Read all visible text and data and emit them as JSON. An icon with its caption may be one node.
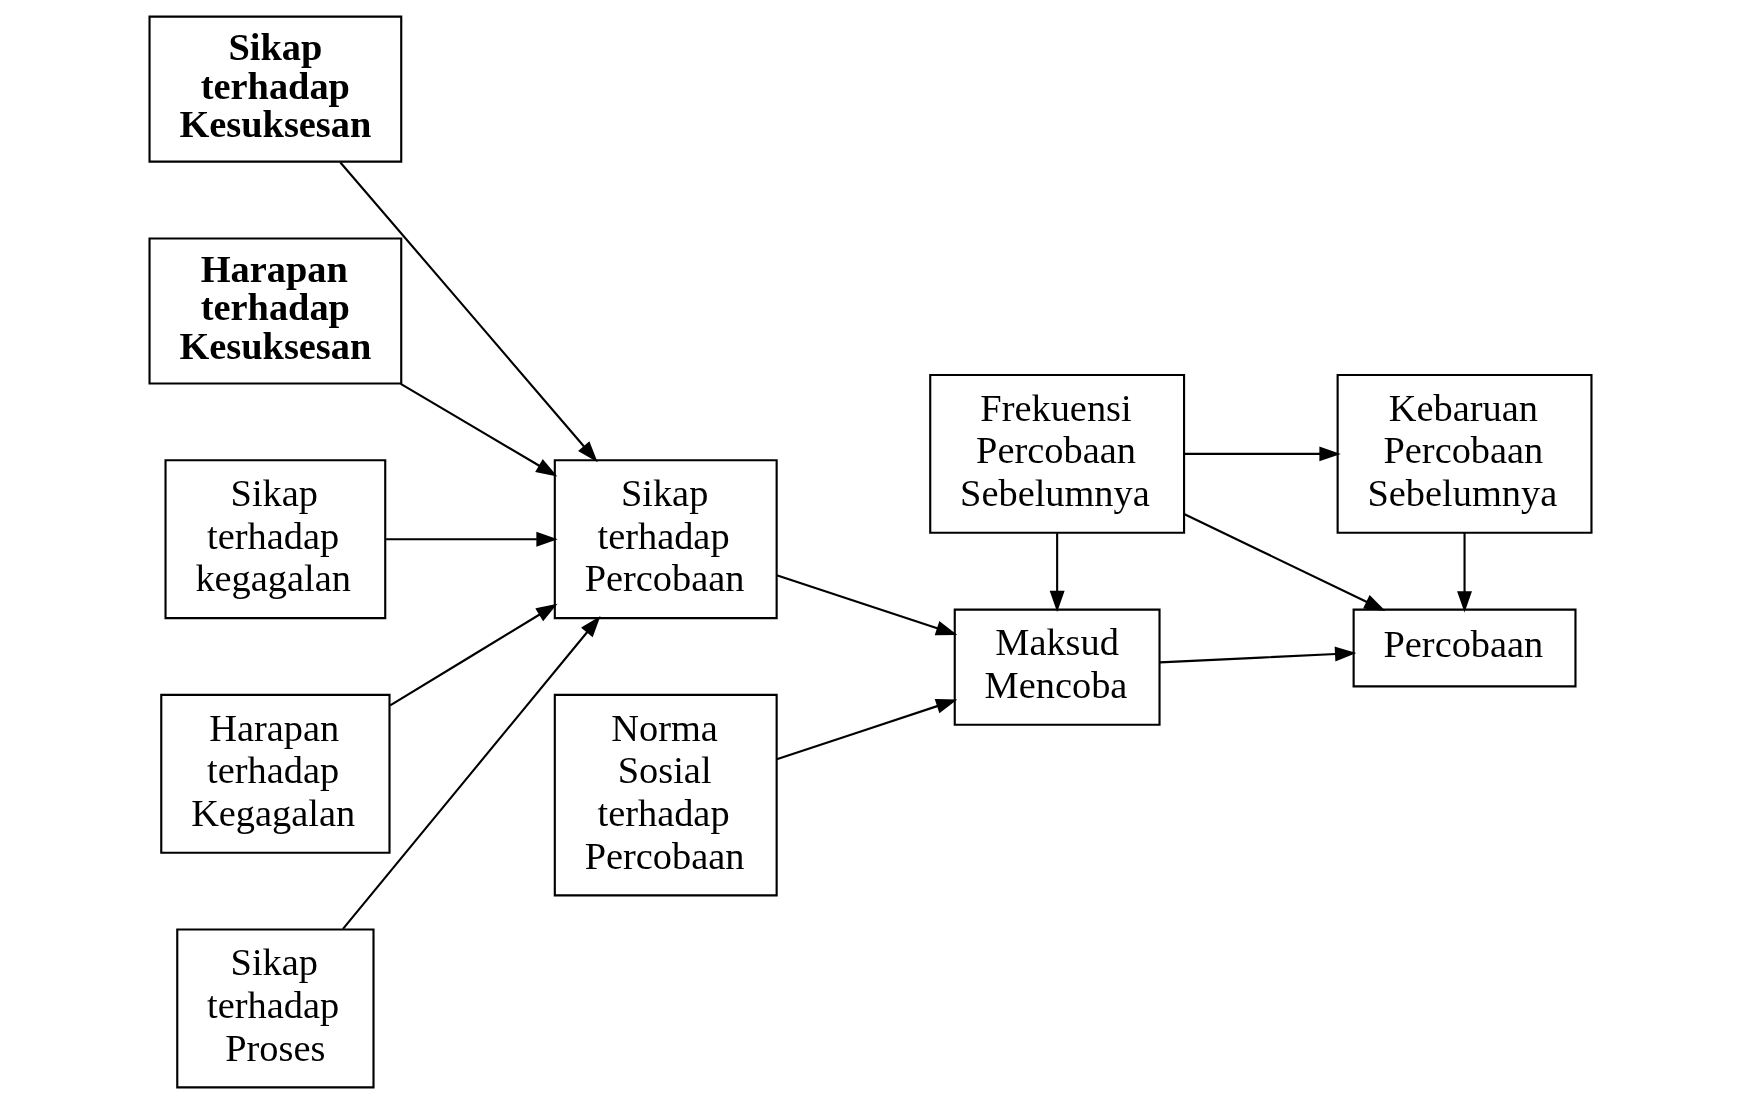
{
  "diagram": {
    "nodes": [
      {
        "text": [
          "Sikap terhadap Kesuksesan"
        ]
      },
      {
        "text": [
          "Harapan terhadap Kesuksesan"
        ]
      },
      {
        "text": [
          "Sikap terhadap kegagalan"
        ]
      },
      {
        "text": [
          "Harapan terhadap Kegagalan"
        ]
      },
      {
        "text": [
          "Sikap terhadap Proses"
        ]
      },
      {
        "text": [
          "Sikap terhadap Percobaan"
        ]
      },
      {
        "text": [
          "Norma Sosial terhadap Percobaan"
        ]
      },
      {
        "text": [
          "Frekuensi Percobaan Sebelumnya"
        ]
      },
      {
        "text": [
          "Kebaruan Percobaan Sebelumnya"
        ]
      },
      {
        "text": [
          "Maksud Mencoba"
        ]
      },
      {
        "text": [
          "Percobaan"
        ]
      }
    ],
    "edges": [
      {
        "from": 0,
        "to": 5,
        "arrow": "to"
      },
      {
        "from": 1,
        "to": 5,
        "arrow": "to"
      },
      {
        "from": 2,
        "to": 5,
        "arrow": "to"
      },
      {
        "from": 3,
        "to": 5,
        "arrow": "to"
      },
      {
        "from": 4,
        "to": 5,
        "arrow": "to"
      },
      {
        "from": 5,
        "to": 9,
        "arrow": "to"
      },
      {
        "from": 6,
        "to": 9,
        "arrow": "to"
      },
      {
        "from": 7,
        "to": 8,
        "arrow": "to"
      },
      {
        "from": 7,
        "to": 9,
        "arrow": "to"
      },
      {
        "from": 7,
        "to": 10,
        "arrow": "to"
      },
      {
        "from": 8,
        "to": 10,
        "arrow": "to"
      },
      {
        "from": 9,
        "to": 10,
        "arrow": "to"
      }
    ]
  }
}
